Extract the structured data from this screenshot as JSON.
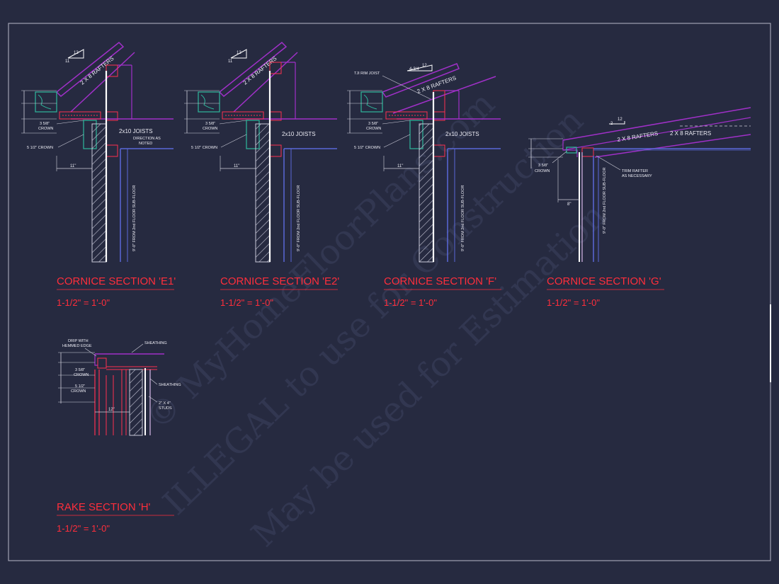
{
  "sheet": {
    "watermark_lines": [
      "© MyHomeFloorPlans.com",
      "ILLEGAL to use for Construction",
      "May be used for Estimation"
    ],
    "colors": {
      "background": "#262a40",
      "section_title": "#ff2e3b",
      "rafter": "#a030c8",
      "blue_line": "#5a68d8",
      "member_box": "#ff3050",
      "crown": "#2fb89c"
    }
  },
  "details": [
    {
      "title": "CORNICE SECTION 'E1'",
      "scale": "1-1/2\" = 1'-0\"",
      "rafter_label": "2 X 8 RAFTERS",
      "pitch_rise": "12",
      "pitch_run": "11",
      "joist_label": "2x10 JOISTS",
      "joist_note_1": "DIRECTION AS",
      "joist_note_2": "NOTED",
      "crown_small_1": "3 5/8\"",
      "crown_small_2": "CROWN",
      "crown_large": "5 1/2\" CROWN",
      "overhang": "11\"",
      "ceiling_note": "9'-0\" FROM 2nd FLOOR SUB-FLOOR"
    },
    {
      "title": "CORNICE SECTION 'E2'",
      "scale": "1-1/2\" = 1'-0\"",
      "rafter_label": "2 X 8 RAFTERS",
      "pitch_rise": "12",
      "pitch_run": "11",
      "joist_label": "2x10 JOISTS",
      "crown_small_1": "3 5/8\"",
      "crown_small_2": "CROWN",
      "crown_large": "5 1/2\" CROWN",
      "overhang": "11\"",
      "ceiling_note": "9'-0\" FROM 2nd FLOOR SUB-FLOOR"
    },
    {
      "title": "CORNICE SECTION 'F'",
      "scale": "1-1/2\" = 1'-0\"",
      "rafter_label": "2 X 8 RAFTERS",
      "rim_label": "TJI RIM JOIST",
      "pitch_rise": "12",
      "pitch_run": "4-3/4",
      "joist_label": "2x10 JOISTS",
      "crown_small_1": "3 5/8\"",
      "crown_small_2": "CROWN",
      "crown_large": "5 1/2\" CROWN",
      "overhang": "11\"",
      "ceiling_note": "9'-0\" FROM 2nd FLOOR SUB-FLOOR"
    },
    {
      "title": "CORNICE SECTION 'G'",
      "scale": "1-1/2\" = 1'-0\"",
      "rafter_label": "2 X 8 RAFTERS",
      "rafter_label_2": "2 X 8 RAFTERS",
      "pitch_rise": "12",
      "pitch_run": "2",
      "trim_note_1": "TRIM RAFTER",
      "trim_note_2": "AS NECESSARY",
      "crown_small_1": "3 5/8\"",
      "crown_small_2": "CROWN",
      "overhang": "8\"",
      "ceiling_note": "9'-0\" FROM 2nd FLOOR SUB-FLOOR"
    },
    {
      "title": "RAKE SECTION 'H'",
      "scale": "1-1/2\" = 1'-0\"",
      "drip_1": "DRIP WITH",
      "drip_2": "HEMMED EDGE",
      "sheathing_top": "SHEATHING",
      "sheathing_side": "SHEATHING",
      "crown_small_1": "3 5/8\"",
      "crown_small_2": "CROWN",
      "crown_large_1": "5 1/2\"",
      "crown_large_2": "CROWN",
      "studs_1": "2\" X 4\"",
      "studs_2": "STUDS",
      "overhang": "12\""
    }
  ]
}
